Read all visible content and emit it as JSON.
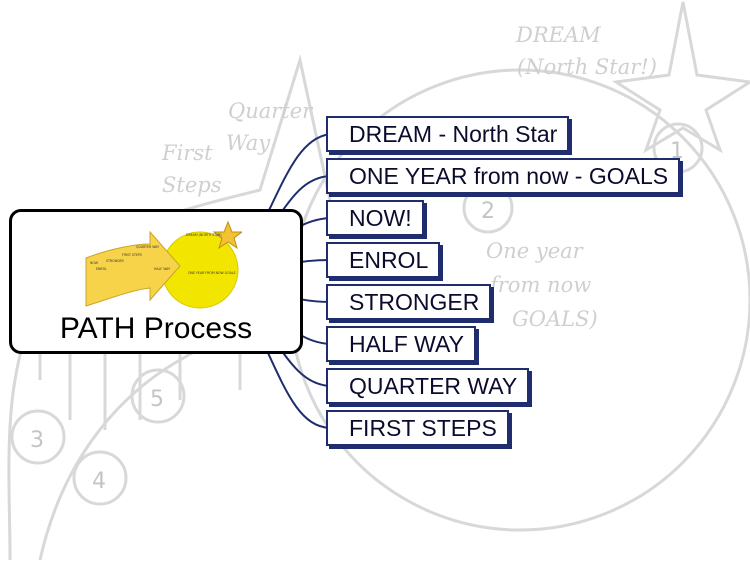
{
  "background": {
    "dream_label": "DREAM",
    "north_star_label": "(North Star!)",
    "quarter_label": "Quarter",
    "way_label": "Way",
    "first_label": "First",
    "steps_label": "Steps",
    "one_year_label": "One year",
    "from_now_label": "from now",
    "goals_label": "GOALS)",
    "numbers": [
      "1",
      "2",
      "3",
      "4",
      "5"
    ]
  },
  "central": {
    "title": "PATH Process",
    "thumbnail_labels": {
      "dream": "DREAM (NORTH STAR)",
      "goals": "ONE YEAR FROM NOW GOALS",
      "half": "HALF WAY",
      "quarter": "QUARTER WAY",
      "first": "FIRST STEPS",
      "now": "NOW",
      "enrol": "ENROL",
      "stronger": "STRONGER"
    }
  },
  "branches": [
    "DREAM - North Star",
    "ONE YEAR from now - GOALS",
    "NOW!",
    "ENROL",
    "STRONGER",
    "HALF WAY",
    "QUARTER WAY",
    "FIRST STEPS"
  ],
  "colors": {
    "branch_border": "#1f2d6e",
    "connector": "#1f2d6e",
    "background_sketch": "#d6d6d6",
    "thumbnail_yellow": "#f2e600",
    "thumbnail_arrow": "#f7d34a",
    "star": "#f1c232"
  }
}
